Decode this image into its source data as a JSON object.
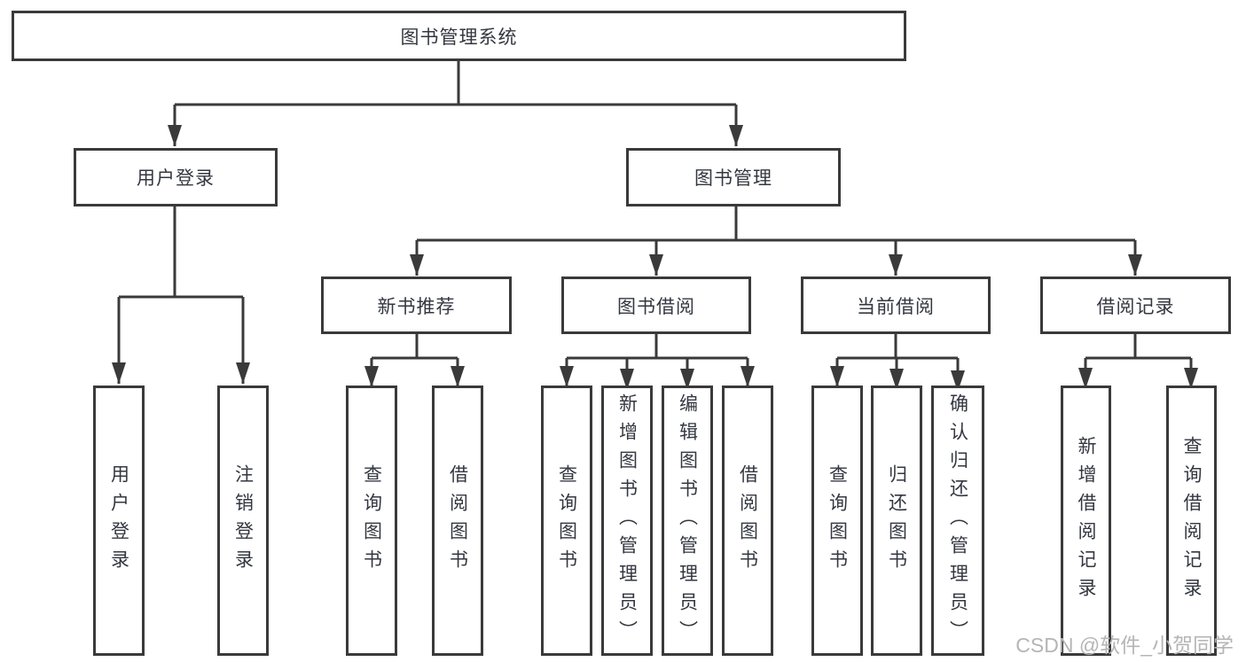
{
  "page": {
    "background": "#ffffff",
    "watermark": "CSDN @软件_小贺同学"
  },
  "colors": {
    "line": "#3a3a3a",
    "box_border": "#3a3a3a",
    "text": "#333740",
    "watermark": "#b5b5b5"
  },
  "tree": {
    "root": {
      "label": "图书管理系统"
    },
    "branches": [
      {
        "label": "用户登录",
        "children": [
          {
            "label": "用户登录"
          },
          {
            "label": "注销登录"
          }
        ]
      },
      {
        "label": "图书管理",
        "children": [
          {
            "label": "新书推荐",
            "children": [
              {
                "label": "查询图书"
              },
              {
                "label": "借阅图书"
              }
            ]
          },
          {
            "label": "图书借阅",
            "children": [
              {
                "label": "查询图书"
              },
              {
                "label": "新增图书（管理员）"
              },
              {
                "label": "编辑图书（管理员）"
              },
              {
                "label": "借阅图书"
              }
            ]
          },
          {
            "label": "当前借阅",
            "children": [
              {
                "label": "查询图书"
              },
              {
                "label": "归还图书"
              },
              {
                "label": "确认归还（管理员）"
              }
            ]
          },
          {
            "label": "借阅记录",
            "children": [
              {
                "label": "新增借阅记录"
              },
              {
                "label": "查询借阅记录"
              }
            ]
          }
        ]
      }
    ]
  }
}
